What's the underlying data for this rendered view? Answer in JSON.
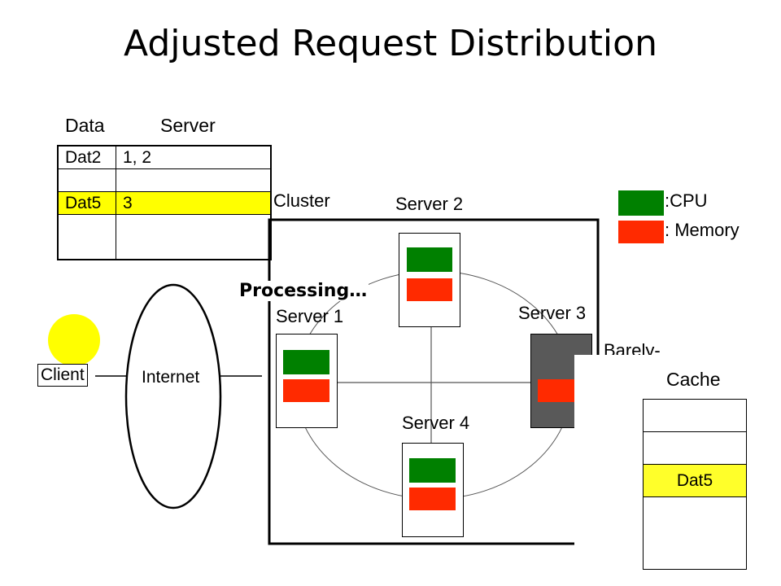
{
  "title": "Adjusted Request Distribution",
  "table": {
    "headers": [
      "Data",
      "Server"
    ],
    "rows": [
      {
        "data": "Dat2",
        "server": "1, 2"
      },
      {
        "data": "",
        "server": ""
      },
      {
        "data": "Dat5",
        "server": "3"
      },
      {
        "data": "",
        "server": ""
      }
    ],
    "highlight_color": "#ffff00"
  },
  "cluster_label": "Cluster",
  "processing_label": "Processing…",
  "client_label": "Client",
  "internet_label": "Internet",
  "servers": [
    {
      "label": "Server 1"
    },
    {
      "label": "Server 2"
    },
    {
      "label": "Server 3"
    },
    {
      "label": "Server 4"
    }
  ],
  "barely_label": "Barely-",
  "legend": {
    "cpu_label": ":CPU",
    "memory_label": ": Memory",
    "cpu_color": "#008000",
    "memory_color": "#ff2a00"
  },
  "cache": {
    "title": "Cache",
    "rows": [
      "",
      "",
      "Dat5",
      ""
    ]
  },
  "colors": {
    "client_dot": "#ffff00",
    "busy_server": "#595959"
  }
}
